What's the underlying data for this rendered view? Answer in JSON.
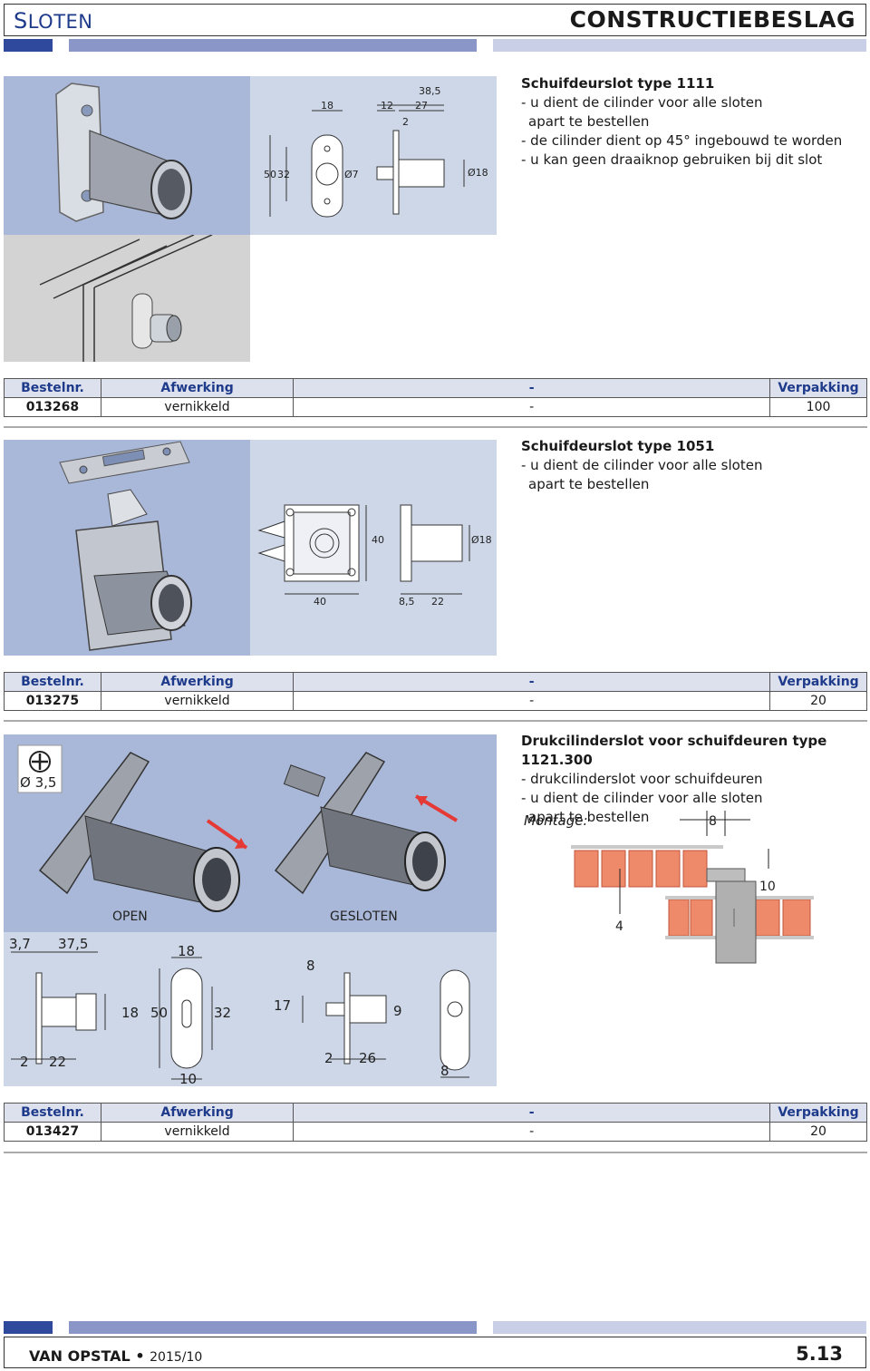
{
  "header": {
    "left_initial": "S",
    "left_rest": "LOTEN",
    "right": "CONSTRUCTIEBESLAG"
  },
  "table_headers": {
    "col1": "Bestelnr.",
    "col2": "Afwerking",
    "col3": "-",
    "col4": "Verpakking"
  },
  "products": [
    {
      "title": "Schuifdeurslot type 1111",
      "lines": [
        "- u dient de cilinder voor alle sloten",
        "apart te bestellen",
        "- de cilinder dient op 45° ingebouwd te worden",
        "- u kan geen draaiknop gebruiken bij dit slot"
      ],
      "dimensions": [
        "38,5",
        "18",
        "12",
        "27",
        "2",
        "50",
        "32",
        "Ø7",
        "Ø18"
      ],
      "order": {
        "code": "013268",
        "finish": "vernikkeld",
        "extra": "-",
        "packaging": "100"
      }
    },
    {
      "title": "Schuifdeurslot type 1051",
      "lines": [
        "- u dient de cilinder voor alle sloten",
        "apart te bestellen"
      ],
      "dimensions": [
        "40",
        "Ø18",
        "40",
        "8,5",
        "22"
      ],
      "order": {
        "code": "013275",
        "finish": "vernikkeld",
        "extra": "-",
        "packaging": "20"
      }
    },
    {
      "title": "Drukcilinderslot voor schuifdeuren type 1121.300",
      "lines": [
        "- drukcilinderslot voor schuifdeuren",
        "- u dient de cilinder voor alle sloten",
        "apart te bestellen"
      ],
      "montage_label": "Montage:",
      "montage_dims": [
        "8",
        "10",
        "4"
      ],
      "screw_label": "Ø 3,5",
      "state_labels": [
        "OPEN",
        "GESLOTEN"
      ],
      "dimensions": [
        "3,7",
        "37,5",
        "18",
        "2",
        "22",
        "18",
        "50",
        "32",
        "10",
        "8",
        "17",
        "9",
        "2",
        "26",
        "8"
      ],
      "order": {
        "code": "013427",
        "finish": "vernikkeld",
        "extra": "-",
        "packaging": "20"
      }
    }
  ],
  "footer": {
    "brand": "VAN OPSTAL",
    "bullet": "•",
    "date": "2015/10",
    "page": "5.13"
  }
}
